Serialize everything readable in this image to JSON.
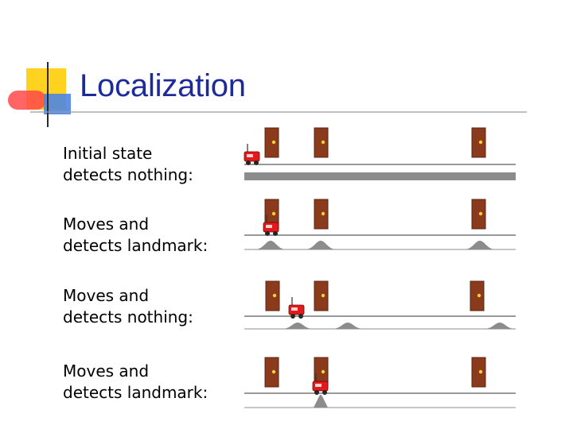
{
  "slide": {
    "title": "Localization",
    "accent_colors": {
      "yellow": "#ffd21f",
      "red": "#ff3b3b",
      "blue": "#4e86e3",
      "title": "#1d2b9a"
    }
  },
  "steps": [
    {
      "line1": "Initial state",
      "line2": "detects nothing:",
      "belief": "uniform"
    },
    {
      "line1": "Moves and",
      "line2": "detects landmark:",
      "belief": "peaks-at-doors"
    },
    {
      "line1": "Moves and",
      "line2": "detects nothing:",
      "belief": "peaks-shifted"
    },
    {
      "line1": "Moves and",
      "line2": "detects landmark:",
      "belief": "single-peak"
    }
  ],
  "icons": {
    "door": "door-icon",
    "robot": "robot-icon"
  },
  "colors": {
    "door": "#8b3a1c",
    "door_knob": "#f2d13a",
    "robot": "#e11b1b",
    "belief": "#8c8c8c"
  }
}
